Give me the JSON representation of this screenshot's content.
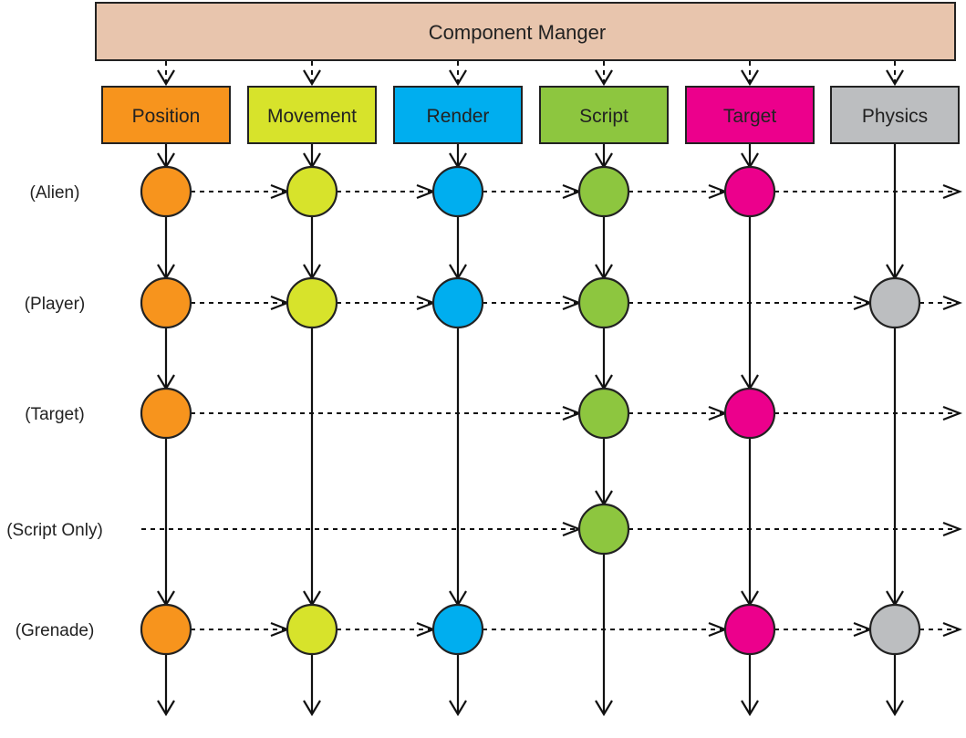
{
  "manager": {
    "label": "Component Manger",
    "fill": "#e8c5ad"
  },
  "components": [
    {
      "id": "position",
      "label": "Position",
      "color": "#f7941d"
    },
    {
      "id": "movement",
      "label": "Movement",
      "color": "#d7e32b"
    },
    {
      "id": "render",
      "label": "Render",
      "color": "#00aeef"
    },
    {
      "id": "script",
      "label": "Script",
      "color": "#8dc63f"
    },
    {
      "id": "target",
      "label": "Target",
      "color": "#ec008c"
    },
    {
      "id": "physics",
      "label": "Physics",
      "color": "#bcbec0"
    }
  ],
  "entities": [
    {
      "id": "alien",
      "label": "(Alien)",
      "components": [
        "position",
        "movement",
        "render",
        "script",
        "target"
      ]
    },
    {
      "id": "player",
      "label": "(Player)",
      "components": [
        "position",
        "movement",
        "render",
        "script",
        "physics"
      ]
    },
    {
      "id": "target",
      "label": "(Target)",
      "components": [
        "position",
        "script",
        "target"
      ]
    },
    {
      "id": "script-only",
      "label": "(Script Only)",
      "components": [
        "script"
      ]
    },
    {
      "id": "grenade",
      "label": "(Grenade)",
      "components": [
        "position",
        "movement",
        "render",
        "target",
        "physics"
      ]
    }
  ]
}
